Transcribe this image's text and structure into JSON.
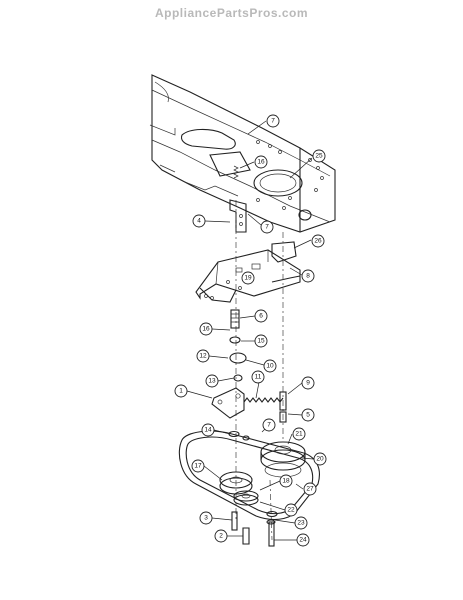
{
  "watermark": "AppliancePartsPros.com",
  "callouts": [
    {
      "id": "c7a",
      "label": "7"
    },
    {
      "id": "c16a",
      "label": "16"
    },
    {
      "id": "c25",
      "label": "25"
    },
    {
      "id": "c4",
      "label": "4"
    },
    {
      "id": "c7b",
      "label": "7"
    },
    {
      "id": "c26",
      "label": "26"
    },
    {
      "id": "c19",
      "label": "19"
    },
    {
      "id": "c8",
      "label": "8"
    },
    {
      "id": "c6",
      "label": "6"
    },
    {
      "id": "c16b",
      "label": "16"
    },
    {
      "id": "c15",
      "label": "15"
    },
    {
      "id": "c12",
      "label": "12"
    },
    {
      "id": "c10",
      "label": "10"
    },
    {
      "id": "c13",
      "label": "13"
    },
    {
      "id": "c11",
      "label": "11"
    },
    {
      "id": "c9",
      "label": "9"
    },
    {
      "id": "c1",
      "label": "1"
    },
    {
      "id": "c5",
      "label": "5"
    },
    {
      "id": "c14",
      "label": "14"
    },
    {
      "id": "c7c",
      "label": "7"
    },
    {
      "id": "c21",
      "label": "21"
    },
    {
      "id": "c20",
      "label": "20"
    },
    {
      "id": "c17",
      "label": "17"
    },
    {
      "id": "c18",
      "label": "18"
    },
    {
      "id": "c27",
      "label": "27"
    },
    {
      "id": "c22",
      "label": "22"
    },
    {
      "id": "c3",
      "label": "3"
    },
    {
      "id": "c23",
      "label": "23"
    },
    {
      "id": "c2",
      "label": "2"
    },
    {
      "id": "c24",
      "label": "24"
    }
  ]
}
